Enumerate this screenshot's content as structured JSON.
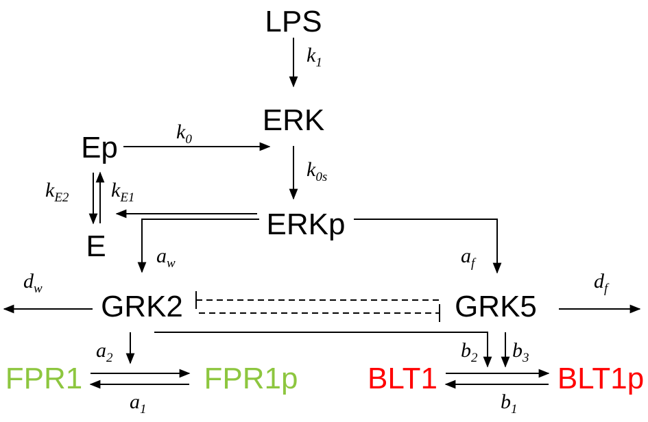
{
  "nodes": {
    "lps": "LPS",
    "erk": "ERK",
    "ep": "Ep",
    "erkp": "ERKp",
    "e": "E",
    "grk2": "GRK2",
    "grk5": "GRK5",
    "fpr1": "FPR1",
    "fpr1p": "FPR1p",
    "blt1": "BLT1",
    "blt1p": "BLT1p"
  },
  "rates": {
    "k1": {
      "base": "k",
      "sub": "1"
    },
    "k0": {
      "base": "k",
      "sub": "0"
    },
    "k0s": {
      "base": "k",
      "sub": "0s"
    },
    "kE2": {
      "base": "k",
      "sub": "E2"
    },
    "kE1": {
      "base": "k",
      "sub": "E1"
    },
    "aw": {
      "base": "a",
      "sub": "w"
    },
    "af": {
      "base": "a",
      "sub": "f"
    },
    "dw": {
      "base": "d",
      "sub": "w"
    },
    "df": {
      "base": "d",
      "sub": "f"
    },
    "a2": {
      "base": "a",
      "sub": "2"
    },
    "a1": {
      "base": "a",
      "sub": "1"
    },
    "b2": {
      "base": "b",
      "sub": "2"
    },
    "b3": {
      "base": "b",
      "sub": "3"
    },
    "b1": {
      "base": "b",
      "sub": "1"
    }
  },
  "colors": {
    "default": "#000000",
    "fpr": "#8dc63f",
    "blt": "#ff0000"
  }
}
